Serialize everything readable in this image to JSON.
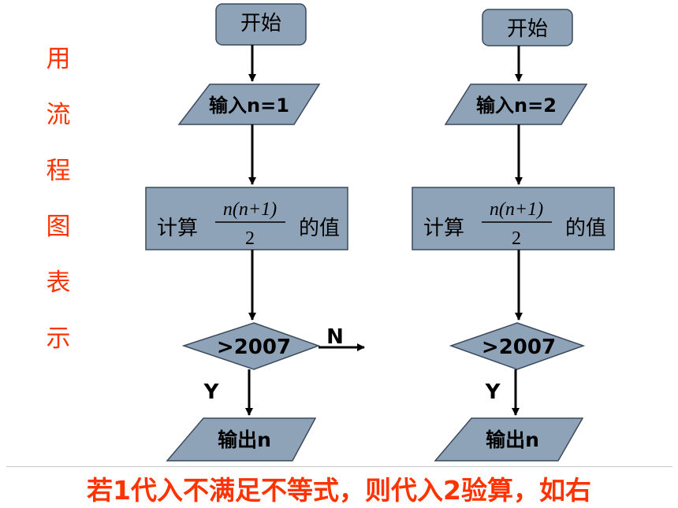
{
  "side_title": [
    "用",
    "流",
    "程",
    "图",
    "表",
    "示"
  ],
  "left_flow": {
    "start": "开始",
    "input": "输入n=1",
    "process_prefix": "计算",
    "process_suffix": "的值",
    "fraction_numerator": "n(n+1)",
    "fraction_denominator": "2",
    "decision": ">2007",
    "no_label": "N",
    "yes_label": "Y",
    "output": "输出n"
  },
  "right_flow": {
    "start": "开始",
    "input": "输入n=2",
    "process_prefix": "计算",
    "process_suffix": "的值",
    "fraction_numerator": "n(n+1)",
    "fraction_denominator": "2",
    "decision": ">2007",
    "yes_label": "Y",
    "output": "输出n"
  },
  "caption": "若1代入不满足不等式，则代入2验算，如右",
  "colors": {
    "shape_fill": "#8fa3b8",
    "shape_stroke": "#3c4a5c",
    "arrow": "#000000",
    "title_red": "#ff3300"
  }
}
